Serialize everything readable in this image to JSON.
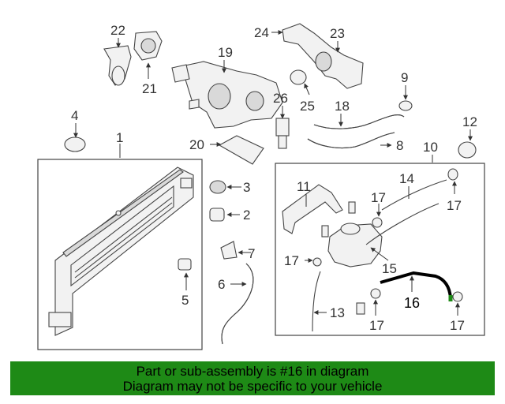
{
  "callouts": {
    "c1": "1",
    "c2": "2",
    "c3": "3",
    "c4": "4",
    "c5": "5",
    "c6": "6",
    "c7": "7",
    "c8": "8",
    "c9": "9",
    "c10": "10",
    "c11": "11",
    "c12": "12",
    "c13": "13",
    "c14": "14",
    "c15": "15",
    "c16": "16",
    "c17": "17",
    "c18": "18",
    "c19": "19",
    "c20": "20",
    "c21": "21",
    "c22": "22",
    "c23": "23",
    "c24": "24",
    "c25": "25",
    "c26": "26"
  },
  "highlight": {
    "part_number": "16",
    "color": "#000000"
  },
  "banner": {
    "line1": "Part or sub-assembly is #16 in diagram",
    "line2": "Diagram may not be specific to your vehicle",
    "background": "#1e8a16"
  }
}
